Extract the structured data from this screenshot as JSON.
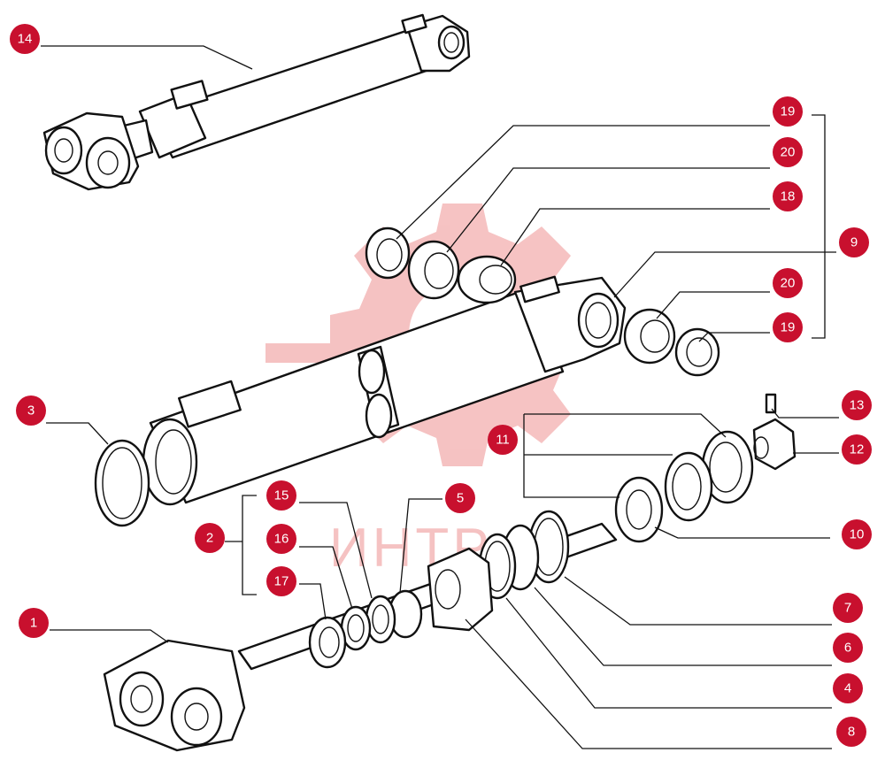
{
  "diagram": {
    "watermark": {
      "text": "ИНТР"
    },
    "callouts": [
      {
        "id": "c14",
        "label": "14"
      },
      {
        "id": "c19a",
        "label": "19"
      },
      {
        "id": "c20a",
        "label": "20"
      },
      {
        "id": "c18",
        "label": "18"
      },
      {
        "id": "c9",
        "label": "9"
      },
      {
        "id": "c20b",
        "label": "20"
      },
      {
        "id": "c19b",
        "label": "19"
      },
      {
        "id": "c3",
        "label": "3"
      },
      {
        "id": "c13",
        "label": "13"
      },
      {
        "id": "c11",
        "label": "11"
      },
      {
        "id": "c12",
        "label": "12"
      },
      {
        "id": "c15",
        "label": "15"
      },
      {
        "id": "c5",
        "label": "5"
      },
      {
        "id": "c2",
        "label": "2"
      },
      {
        "id": "c10",
        "label": "10"
      },
      {
        "id": "c16",
        "label": "16"
      },
      {
        "id": "c17",
        "label": "17"
      },
      {
        "id": "c7",
        "label": "7"
      },
      {
        "id": "c1",
        "label": "1"
      },
      {
        "id": "c6",
        "label": "6"
      },
      {
        "id": "c4",
        "label": "4"
      },
      {
        "id": "c8",
        "label": "8"
      }
    ],
    "colors": {
      "badge": "#c8102e",
      "watermark": "#f4b8b8",
      "line": "#111111"
    }
  }
}
